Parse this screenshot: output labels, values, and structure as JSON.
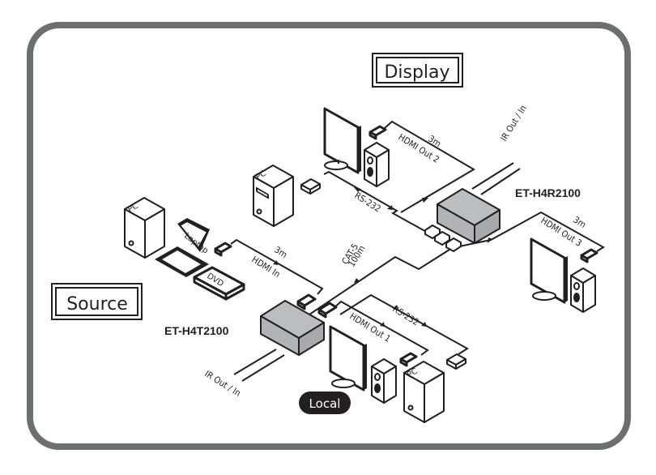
{
  "titles": {
    "display": "Display",
    "source": "Source",
    "local": "Local"
  },
  "models": {
    "receiver": "ET-H4R2100",
    "transmitter": "ET-H4T2100"
  },
  "devices": {
    "pc": "PC",
    "laptop": "Laptop",
    "dvd": "DVD"
  },
  "cables": {
    "hdmi_out_2": {
      "length": "3m",
      "label": "HDMI Out 2"
    },
    "hdmi_out_3": {
      "length": "3m",
      "label": "HDMI Out 3"
    },
    "hdmi_in": {
      "length": "3m",
      "label": "HDMI In"
    },
    "hdmi_out_1": {
      "label": "HDMI Out 1"
    },
    "rs232_remote": {
      "label": "RS-232"
    },
    "rs232_local": {
      "label": "RS-232"
    },
    "cat5": {
      "label": "CAT-5",
      "length": "100m"
    },
    "ir_receiver": {
      "label": "IR Out / In"
    },
    "ir_transmitter": {
      "label": "IR Out / In"
    }
  },
  "colors": {
    "frame": "#6d6e70",
    "box_fill": "#bcbdc0",
    "ink": "#231f20",
    "local_badge": "#231f20"
  }
}
